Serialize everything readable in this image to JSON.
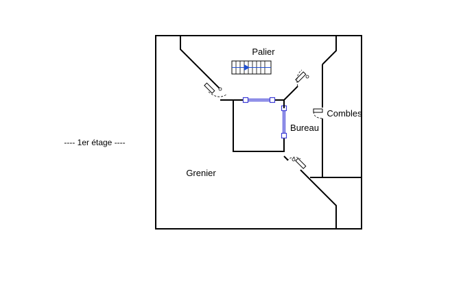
{
  "floor_label": "----  1er étage  ----",
  "rooms": {
    "palier": "Palier",
    "bureau": "Bureau",
    "combles": "Combles",
    "grenier": "Grenier"
  },
  "colors": {
    "wall": "#000000",
    "selection": "#3b3bd6",
    "selection_fill": "#ffffff",
    "door_arc": "#000000",
    "stair_arrow": "#1f4fd1"
  }
}
